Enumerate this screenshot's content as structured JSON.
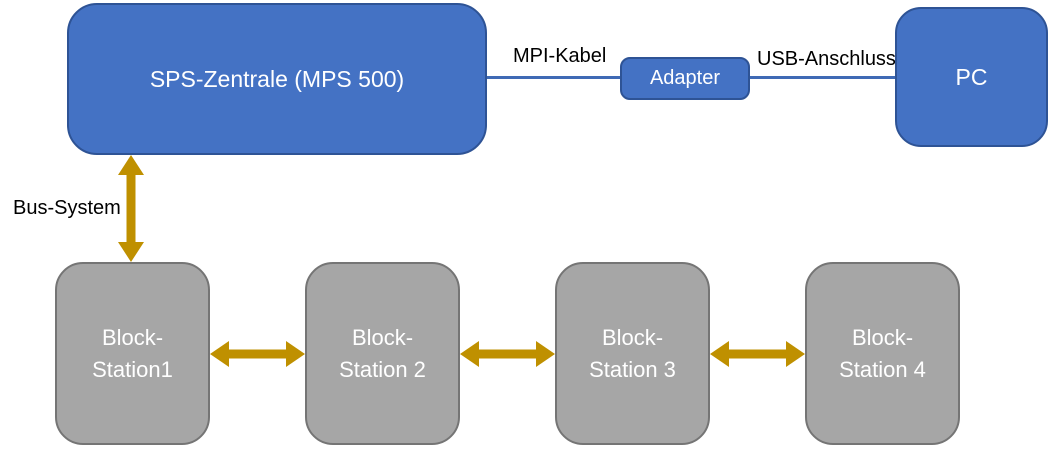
{
  "diagram": {
    "title": "SPS bus system diagram",
    "colors": {
      "node_blue_fill": "#4472C4",
      "node_blue_border": "#2E5395",
      "connector_blue": "#3F6AB5",
      "node_gray_fill": "#A6A6A6",
      "node_gray_border": "#757575",
      "arrow_gold": "#BF9000",
      "label_text": "#000000",
      "node_text": "#FFFFFF"
    },
    "nodes": {
      "sps": {
        "label": "SPS-Zentrale (MPS 500)"
      },
      "adapter": {
        "label": "Adapter"
      },
      "pc": {
        "label": "PC"
      }
    },
    "labels": {
      "mpi": "MPI-Kabel",
      "usb": "USB-Anschluss",
      "bus": "Bus-System"
    },
    "stations": [
      {
        "line1": "Block-",
        "line2": "Station1"
      },
      {
        "line1": "Block-",
        "line2": "Station 2"
      },
      {
        "line1": "Block-",
        "line2": "Station 3"
      },
      {
        "line1": "Block-",
        "line2": "Station 4"
      }
    ]
  }
}
